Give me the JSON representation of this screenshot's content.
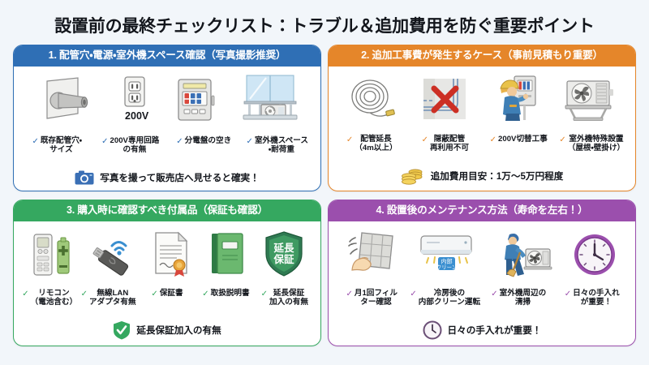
{
  "title": "設置前の最終チェックリスト：トラブル＆追加費用を防ぐ重要ポイント",
  "colors": {
    "background": "#f2f6fa",
    "card1_accent": "#2f6fb5",
    "card2_accent": "#e5862a",
    "card3_accent": "#35a860",
    "card4_accent": "#9b4fad",
    "title_text": "#13161c"
  },
  "cards": [
    {
      "header": "1. 配管穴・電源・室外機スペース確認（写真撮影推奨）",
      "accent": "#2f6fb5",
      "icons": [
        "pipe-sleeve-hole-icon",
        "200v-outlet-icon",
        "breaker-panel-icon",
        "balcony-outdoor-unit-icon"
      ],
      "icon_caption": "200V",
      "items": [
        "既存配管穴・\nサイズ",
        "200V専用回路\nの有無",
        "分電盤の空き",
        "室外機スペース\n・耐荷重"
      ],
      "footer_icon": "camera-icon",
      "footer_text": "写真を撮って販売店へ見せると確実！"
    },
    {
      "header": "2. 追加工事費が発生するケース（事前見積もり重要）",
      "accent": "#e5862a",
      "icons": [
        "coiled-pipe-icon",
        "concealed-pipe-blocked-icon",
        "electrician-breaker-work-icon",
        "wall-mounted-outdoor-unit-icon"
      ],
      "items": [
        "配管延長\n（4m以上）",
        "隠蔽配管\n再利用不可",
        "200V切替工事",
        "室外機特殊設置\n（屋根・壁掛け）"
      ],
      "footer_icon": "coins-icon",
      "footer_text": "追加費用目安：1万〜5万円程度"
    },
    {
      "header": "3. 購入時に確認すべき付属品（保証も確認）",
      "accent": "#35a860",
      "icons": [
        "remote-control-battery-icon",
        "wireless-lan-adapter-icon",
        "warranty-certificate-icon",
        "instruction-manual-icon",
        "extended-warranty-shield-icon"
      ],
      "shield_label": "延長\n保証",
      "items": [
        "リモコン\n（電池含む）",
        "無線LAN\nアダプタ有無",
        "保証書",
        "取扱説明書",
        "延長保証\n加入の有無"
      ],
      "footer_icon": "check-shield-icon",
      "footer_text": "延長保証加入の有無"
    },
    {
      "header": "4. 設置後のメンテナンス方法（寿命を左右！）",
      "accent": "#9b4fad",
      "icons": [
        "filter-cleaning-hand-icon",
        "indoor-unit-clean-mode-icon",
        "outdoor-unit-sweeping-icon",
        "clock-icon"
      ],
      "clean_badge": "内部\nクリーン",
      "items": [
        "月1回フィル\nター確認",
        "冷房後の\n内部クリーン運転",
        "室外機周辺の\n清掃",
        "日々の手入れ\nが重要！"
      ],
      "footer_icon": "clock-icon",
      "footer_text": "日々の手入れが重要！"
    }
  ]
}
